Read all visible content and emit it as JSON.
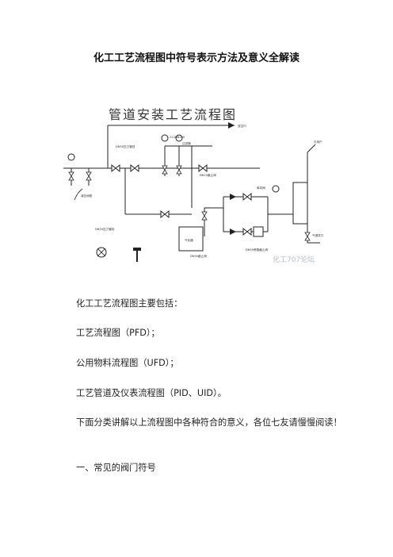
{
  "document": {
    "title": "化工工艺流程图中符号表示方法及意义全解读",
    "figure": {
      "heading": "管道安装工艺流程图",
      "watermark": "化工707论坛",
      "labels": {
        "exhaust": "放空口",
        "dn200": "212DN200",
        "filter": "过滤器",
        "dn50_top": "DN50压力管线",
        "dn15": "DN15截止阀",
        "reduce_left": "减压阀座",
        "dn50_mid": "DN50压力管线",
        "check_valve": "单向阀",
        "to_user": "去用户",
        "tank": "气化器",
        "bottom_pipe": "DN50截止阀",
        "bypass": "DN50旁路截止阀",
        "feed": "气源进口"
      }
    },
    "paragraphs": [
      "化工工艺流程图主要包括：",
      "工艺流程图（PFD）；",
      "公用物料流程图（UFD）；",
      "工艺管道及仪表流程图（PID、UID）。",
      "下面分类讲解以上流程图中各种符合的意义，各位七友请慢慢阅读！",
      "一、常见的阀门符号"
    ]
  }
}
